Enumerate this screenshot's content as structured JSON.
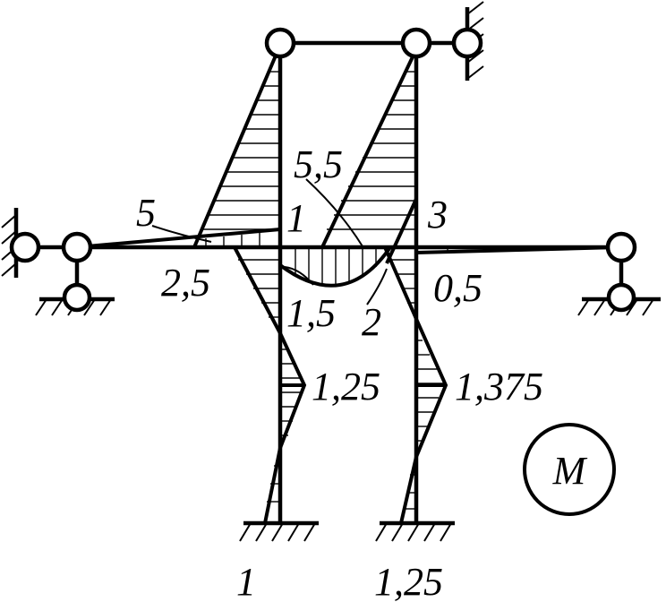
{
  "diagram": {
    "moment_symbol": "M",
    "labels": {
      "col1_top_value": "5,5",
      "col1_joint_value": "1",
      "col2_joint_value": "3",
      "left_beam_value": "5",
      "left_beam_joint_value": "2,5",
      "mid_beam_value": "1,5",
      "mid_beam_right_value": "2",
      "right_beam_value": "0,5",
      "col1_mid_value": "1,25",
      "col2_mid_value": "1,375",
      "col1_base_value": "1",
      "col2_base_value": "1,25"
    }
  }
}
